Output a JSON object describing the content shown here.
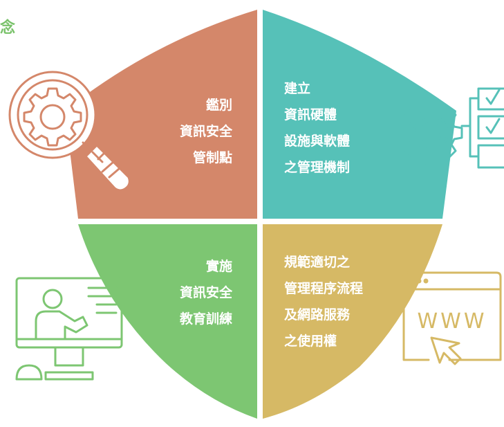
{
  "header": {
    "title_fragment": "念"
  },
  "quadrants": [
    {
      "id": "identify",
      "text": "鑑別\n資訊安全\n管制點",
      "color": "#d4876a"
    },
    {
      "id": "infrastructure",
      "text": "建立\n資訊硬體\n設施與軟體\n之管理機制",
      "color": "#56c1b8"
    },
    {
      "id": "training",
      "text": "實施\n資訊安全\n教育訓練",
      "color": "#7dc672"
    },
    {
      "id": "procedure",
      "text": "規範適切之\n管理程序流程\n及網路服務\n之使用權",
      "color": "#d6b965"
    }
  ],
  "icons": {
    "magnifier": {
      "name": "magnifier-gear-icon",
      "color": "#d4876a"
    },
    "checklist": {
      "name": "gear-checklist-icon",
      "color": "#56c1b8"
    },
    "presenter": {
      "name": "presentation-monitor-icon",
      "color": "#7dc672"
    },
    "browser": {
      "name": "browser-www-icon",
      "color": "#d6b965",
      "text": "WWW"
    }
  }
}
